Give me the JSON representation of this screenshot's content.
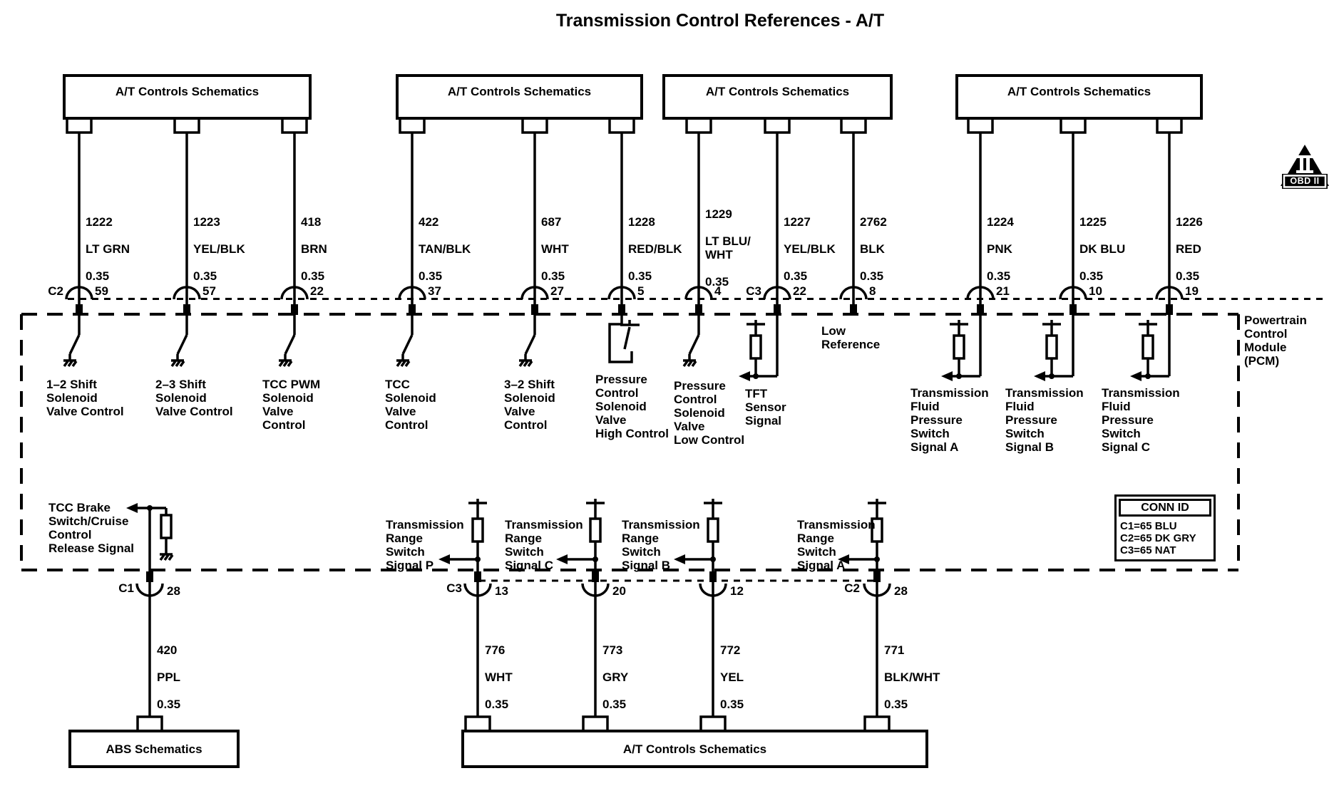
{
  "title": "Transmission Control References - A/T",
  "colors": {
    "ink": "#000000",
    "bg": "#ffffff"
  },
  "source_boxes": {
    "top": [
      "A/T Controls Schematics",
      "A/T Controls Schematics",
      "A/T Controls Schematics",
      "A/T Controls Schematics"
    ],
    "bottom_left": "ABS Schematics",
    "bottom_center": "A/T Controls Schematics"
  },
  "top_wires": [
    {
      "circuit": "1222",
      "color": "LT GRN",
      "gauge": "0.35"
    },
    {
      "circuit": "1223",
      "color": "YEL/BLK",
      "gauge": "0.35"
    },
    {
      "circuit": "418",
      "color": "BRN",
      "gauge": "0.35"
    },
    {
      "circuit": "422",
      "color": "TAN/BLK",
      "gauge": "0.35"
    },
    {
      "circuit": "687",
      "color": "WHT",
      "gauge": "0.35"
    },
    {
      "circuit": "1228",
      "color": "RED/BLK",
      "gauge": "0.35"
    },
    {
      "circuit": "1229",
      "color": "LT BLU/\nWHT",
      "gauge": "0.35"
    },
    {
      "circuit": "1227",
      "color": "YEL/BLK",
      "gauge": "0.35"
    },
    {
      "circuit": "2762",
      "color": "BLK",
      "gauge": "0.35"
    },
    {
      "circuit": "1224",
      "color": "PNK",
      "gauge": "0.35"
    },
    {
      "circuit": "1225",
      "color": "DK BLU",
      "gauge": "0.35"
    },
    {
      "circuit": "1226",
      "color": "RED",
      "gauge": "0.35"
    }
  ],
  "top_pins": [
    {
      "conn": "C2",
      "pin": "59"
    },
    {
      "pin": "57"
    },
    {
      "pin": "22"
    },
    {
      "pin": "37"
    },
    {
      "pin": "27"
    },
    {
      "pin": "5"
    },
    {
      "pin": "4"
    },
    {
      "conn": "C3",
      "pin": "22"
    },
    {
      "pin": "8"
    },
    {
      "pin": "21"
    },
    {
      "pin": "10"
    },
    {
      "pin": "19"
    }
  ],
  "pcm": {
    "name": "Powertrain\nControl\nModule\n(PCM)",
    "signals": {
      "shift12": "1–2 Shift\nSolenoid\nValve Control",
      "shift23": "2–3 Shift\nSolenoid\nValve Control",
      "tcc_pwm": "TCC PWM\nSolenoid\nValve\nControl",
      "tcc": "TCC\nSolenoid\nValve\nControl",
      "shift32": "3–2 Shift\nSolenoid\nValve\nControl",
      "pc_high": "Pressure\nControl\nSolenoid\nValve\nHigh Control",
      "pc_low": "Pressure\nControl\nSolenoid\nValve\nLow Control",
      "tft": "TFT\nSensor\nSignal",
      "low_ref": "Low\nReference",
      "tfps_a": "Transmission\nFluid\nPressure\nSwitch\nSignal A",
      "tfps_b": "Transmission\nFluid\nPressure\nSwitch\nSignal B",
      "tfps_c": "Transmission\nFluid\nPressure\nSwitch\nSignal C",
      "tcc_brake": "TCC Brake\nSwitch/Cruise\nControl\nRelease Signal",
      "trs_p": "Transmission\nRange\nSwitch\nSignal P",
      "trs_c": "Transmission\nRange\nSwitch\nSignal C",
      "trs_b": "Transmission\nRange\nSwitch\nSignal B",
      "trs_a": "Transmission\nRange\nSwitch\nSignal A"
    }
  },
  "conn_id": {
    "title": "CONN ID",
    "rows": "C1=65 BLU\nC2=65 DK GRY\nC3=65 NAT"
  },
  "obd": {
    "label": "OBD II"
  },
  "bottom_pins": [
    {
      "conn": "C1",
      "pin": "28"
    },
    {
      "conn": "C3",
      "pin": "13"
    },
    {
      "pin": "20"
    },
    {
      "pin": "12"
    },
    {
      "conn": "C2",
      "pin": "28"
    }
  ],
  "bottom_wires": [
    {
      "circuit": "420",
      "color": "PPL",
      "gauge": "0.35"
    },
    {
      "circuit": "776",
      "color": "WHT",
      "gauge": "0.35"
    },
    {
      "circuit": "773",
      "color": "GRY",
      "gauge": "0.35"
    },
    {
      "circuit": "772",
      "color": "YEL",
      "gauge": "0.35"
    },
    {
      "circuit": "771",
      "color": "BLK/WHT",
      "gauge": "0.35"
    }
  ]
}
